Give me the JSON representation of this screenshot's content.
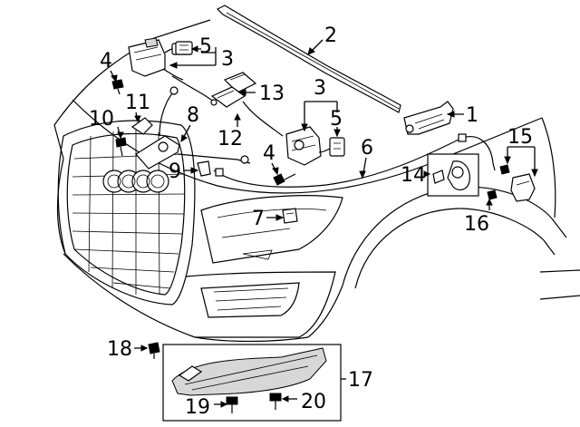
{
  "callouts": {
    "c1": "1",
    "c2": "2",
    "c3a": "3",
    "c3b": "3",
    "c4a": "4",
    "c4b": "4",
    "c5a": "5",
    "c5b": "5",
    "c6": "6",
    "c7": "7",
    "c8": "8",
    "c9": "9",
    "c10": "10",
    "c11": "11",
    "c12": "12",
    "c13": "13",
    "c14": "14",
    "c15": "15",
    "c16": "16",
    "c17": "17",
    "c18": "18",
    "c19": "19",
    "c20": "20"
  }
}
